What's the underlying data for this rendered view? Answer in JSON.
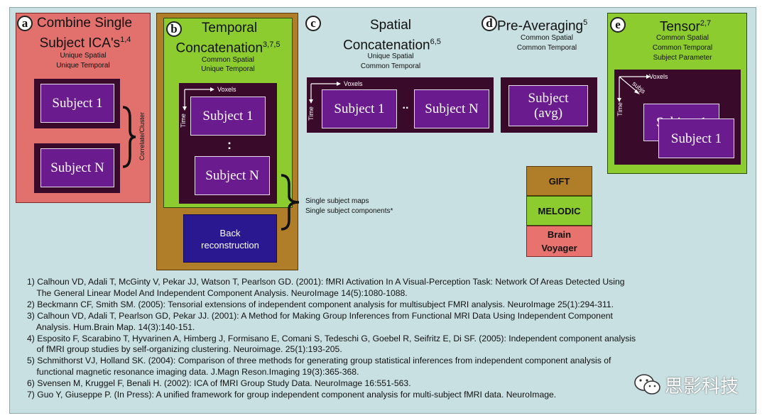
{
  "panel_a": {
    "letter": "a",
    "title_line1": "Combine Single",
    "title_line2": "Subject ICA's",
    "title_sup": "1,4",
    "sub_line1": "Unique Spatial",
    "sub_line2": "Unique Temporal",
    "subject_top": "Subject 1",
    "subject_bottom": "Subject N",
    "side_label": "Correlate/Cluster"
  },
  "panel_b": {
    "letter": "b",
    "title_line1": "Temporal",
    "title_line2": "Concatenation",
    "title_sup": "3,7,5",
    "sub_line1": "Common Spatial",
    "sub_line2": "Unique Temporal",
    "axis_voxels": "Voxels",
    "axis_time": "Time",
    "subject_top": "Subject 1",
    "dots": ":",
    "subject_bottom": "Subject N",
    "back_line1": "Back",
    "back_line2": "reconstruction"
  },
  "panel_c": {
    "letter": "c",
    "title_line1": "Spatial",
    "title_line2": "Concatenation",
    "title_sup": "6,5",
    "sub_line1": "Unique Spatial",
    "sub_line2": "Common Temporal",
    "axis_voxels": "Voxels",
    "axis_time": "Time",
    "subject_left": "Subject 1",
    "dots": "..",
    "subject_right": "Subject N"
  },
  "panel_d": {
    "letter": "d",
    "title": "Pre-Averaging",
    "title_sup": "5",
    "sub_line1": "Common Spatial",
    "sub_line2": "Common Temporal",
    "subject_line1": "Subject",
    "subject_line2": "(avg)"
  },
  "panel_e": {
    "letter": "e",
    "title": "Tensor",
    "title_sup": "2,7",
    "sub_line1": "Common Spatial",
    "sub_line2": "Common Temporal",
    "sub_line3": "Subject Parameter",
    "axis_voxels": "Voxels",
    "axis_time": "Time",
    "axis_subjs": "subjs",
    "subject_back": "Subject 1",
    "subject_front": "Subject 1"
  },
  "outputs": {
    "line1": "Single subject maps",
    "line2": "Single subject components*"
  },
  "legend": {
    "gift": "GIFT",
    "melodic": "MELODIC",
    "brain_line1": "Brain",
    "brain_line2": "Voyager",
    "colors": {
      "gift": "#b07d28",
      "melodic": "#8ccc2e",
      "brain": "#e8736e"
    }
  },
  "references": [
    "1) Calhoun VD, Adali T, McGinty V, Pekar JJ, Watson T, Pearlson GD. (2001): fMRI Activation In A Visual-Perception Task: Network Of Areas Detected Using",
    "    The General Linear Model And Independent Component Analysis. NeuroImage 14(5):1080-1088.",
    "2) Beckmann CF, Smith SM. (2005): Tensorial extensions of independent component analysis for multisubject FMRI analysis. NeuroImage 25(1):294-311.",
    "3) Calhoun VD, Adali T, Pearlson GD, Pekar JJ. (2001): A Method for Making Group Inferences from Functional MRI Data Using Independent Component",
    "    Analysis. Hum.Brain Map. 14(3):140-151.",
    "4) Esposito F, Scarabino T, Hyvarinen A, Himberg J, Formisano E, Comani S, Tedeschi G, Goebel R, Seifritz E, Di SF. (2005): Independent component analysis",
    "    of fMRI group studies by self-organizing clustering. Neuroimage. 25(1):193-205.",
    "5) Schmithorst VJ, Holland SK. (2004): Comparison of three methods for generating group statistical inferences from independent component analysis of",
    "    functional magnetic resonance imaging data. J.Magn Reson.Imaging 19(3):365-368.",
    "6) Svensen M, Kruggel F, Benali H. (2002): ICA of fMRI Group Study Data. NeuroImage 16:551-563.",
    "7) Guo Y, Giuseppe P. (In Press): A unified framework for group independent component analysis for multi-subject fMRI data. NeuroImage."
  ],
  "watermark": "思影科技",
  "colors": {
    "background": "#c9e0e2",
    "panel_a": "#e2706c",
    "panel_b_outer": "#b07d28",
    "panel_b_inner": "#8ccc2e",
    "panel_e": "#8ccc2e",
    "dark_block": "#3a0a2a",
    "subject_box": "#6a1b8e",
    "back_recon": "#2a1890"
  }
}
